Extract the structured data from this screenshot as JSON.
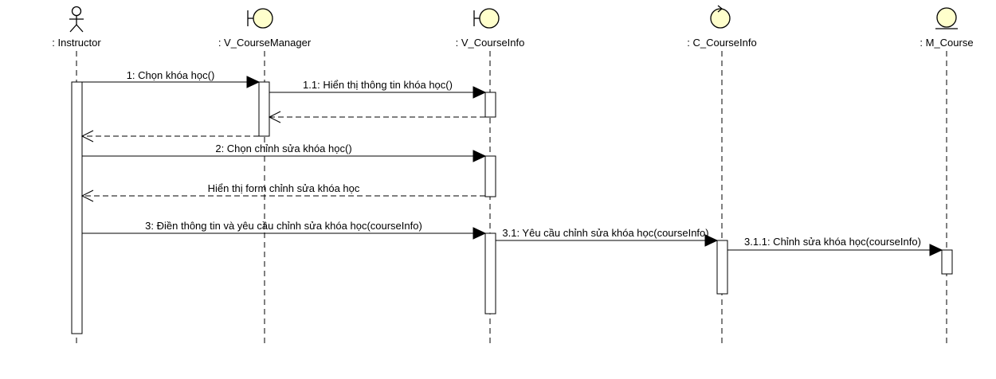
{
  "participants": [
    {
      "id": "instructor",
      "kind": "actor",
      "label": ": Instructor"
    },
    {
      "id": "v_coursemanager",
      "kind": "boundary",
      "label": ": V_CourseManager"
    },
    {
      "id": "v_courseinfo",
      "kind": "boundary",
      "label": ": V_CourseInfo"
    },
    {
      "id": "c_courseinfo",
      "kind": "control",
      "label": ": C_CourseInfo"
    },
    {
      "id": "m_course",
      "kind": "entity",
      "label": ": M_Course"
    }
  ],
  "messages": [
    {
      "from": "instructor",
      "to": "v_coursemanager",
      "type": "sync",
      "label": "1: Chọn khóa học()"
    },
    {
      "from": "v_coursemanager",
      "to": "v_courseinfo",
      "type": "sync",
      "label": "1.1: Hiển thị thông tin khóa học()"
    },
    {
      "from": "v_courseinfo",
      "to": "v_coursemanager",
      "type": "return",
      "label": ""
    },
    {
      "from": "v_coursemanager",
      "to": "instructor",
      "type": "return",
      "label": ""
    },
    {
      "from": "instructor",
      "to": "v_courseinfo",
      "type": "sync",
      "label": "2: Chọn chỉnh sửa khóa học()"
    },
    {
      "from": "v_courseinfo",
      "to": "instructor",
      "type": "return",
      "label": "Hiển thị form chỉnh sửa khóa học"
    },
    {
      "from": "instructor",
      "to": "v_courseinfo",
      "type": "sync",
      "label": "3: Điền thông tin và yêu cầu chỉnh sửa khóa học(courseInfo)"
    },
    {
      "from": "v_courseinfo",
      "to": "c_courseinfo",
      "type": "sync",
      "label": "3.1: Yêu cầu chỉnh sửa khóa học(courseInfo)"
    },
    {
      "from": "c_courseinfo",
      "to": "m_course",
      "type": "sync",
      "label": "3.1.1: Chỉnh sửa khóa học(courseInfo)"
    }
  ],
  "colors": {
    "icon_fill": "#ffffcc",
    "line": "#000000",
    "background": "#ffffff"
  }
}
